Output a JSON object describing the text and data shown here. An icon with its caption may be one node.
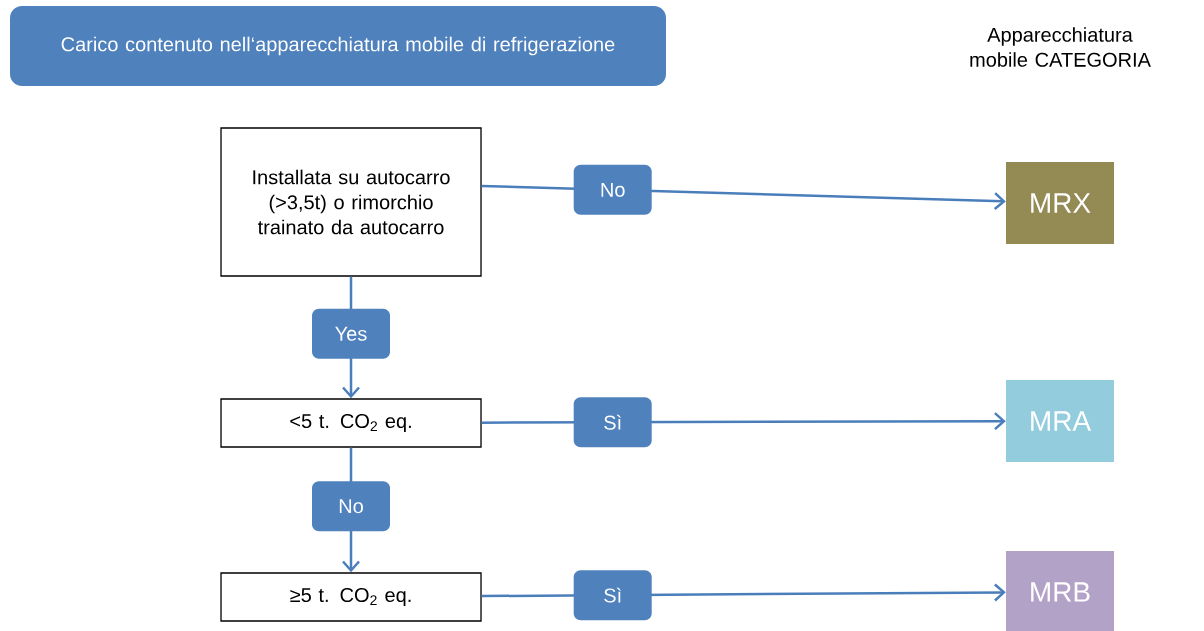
{
  "diagram": {
    "nodes": [
      {
        "text": [
          "Carico contenuto nell‘apparecchiatura mobile di refrigerazione"
        ]
      },
      {
        "text": [
          "Installata su autocarro (>3,5t) o rimorchio trainato da autocarro"
        ]
      },
      {
        "text": [
          "<5 t. CO$_{2}$ eq."
        ]
      },
      {
        "text": [
          "≥5 t. CO$_{2}$ eq."
        ]
      },
      {
        "text": [
          "MRX"
        ]
      },
      {
        "text": [
          "MRA"
        ]
      },
      {
        "text": [
          "MRB"
        ]
      }
    ],
    "edges": [
      {
        "from": 1,
        "to": 4,
        "arrow": "to",
        "label": "No"
      },
      {
        "from": 1,
        "to": 2,
        "arrow": "to",
        "label": "Yes"
      },
      {
        "from": 2,
        "to": 5,
        "arrow": "to",
        "label": "Sì"
      },
      {
        "from": 2,
        "to": 3,
        "arrow": "to",
        "label": "No"
      },
      {
        "from": 3,
        "to": 6,
        "arrow": "to",
        "label": "Sì"
      }
    ],
    "labels": [
      "Apparecchiatura mobile CATEGORIA"
    ]
  }
}
